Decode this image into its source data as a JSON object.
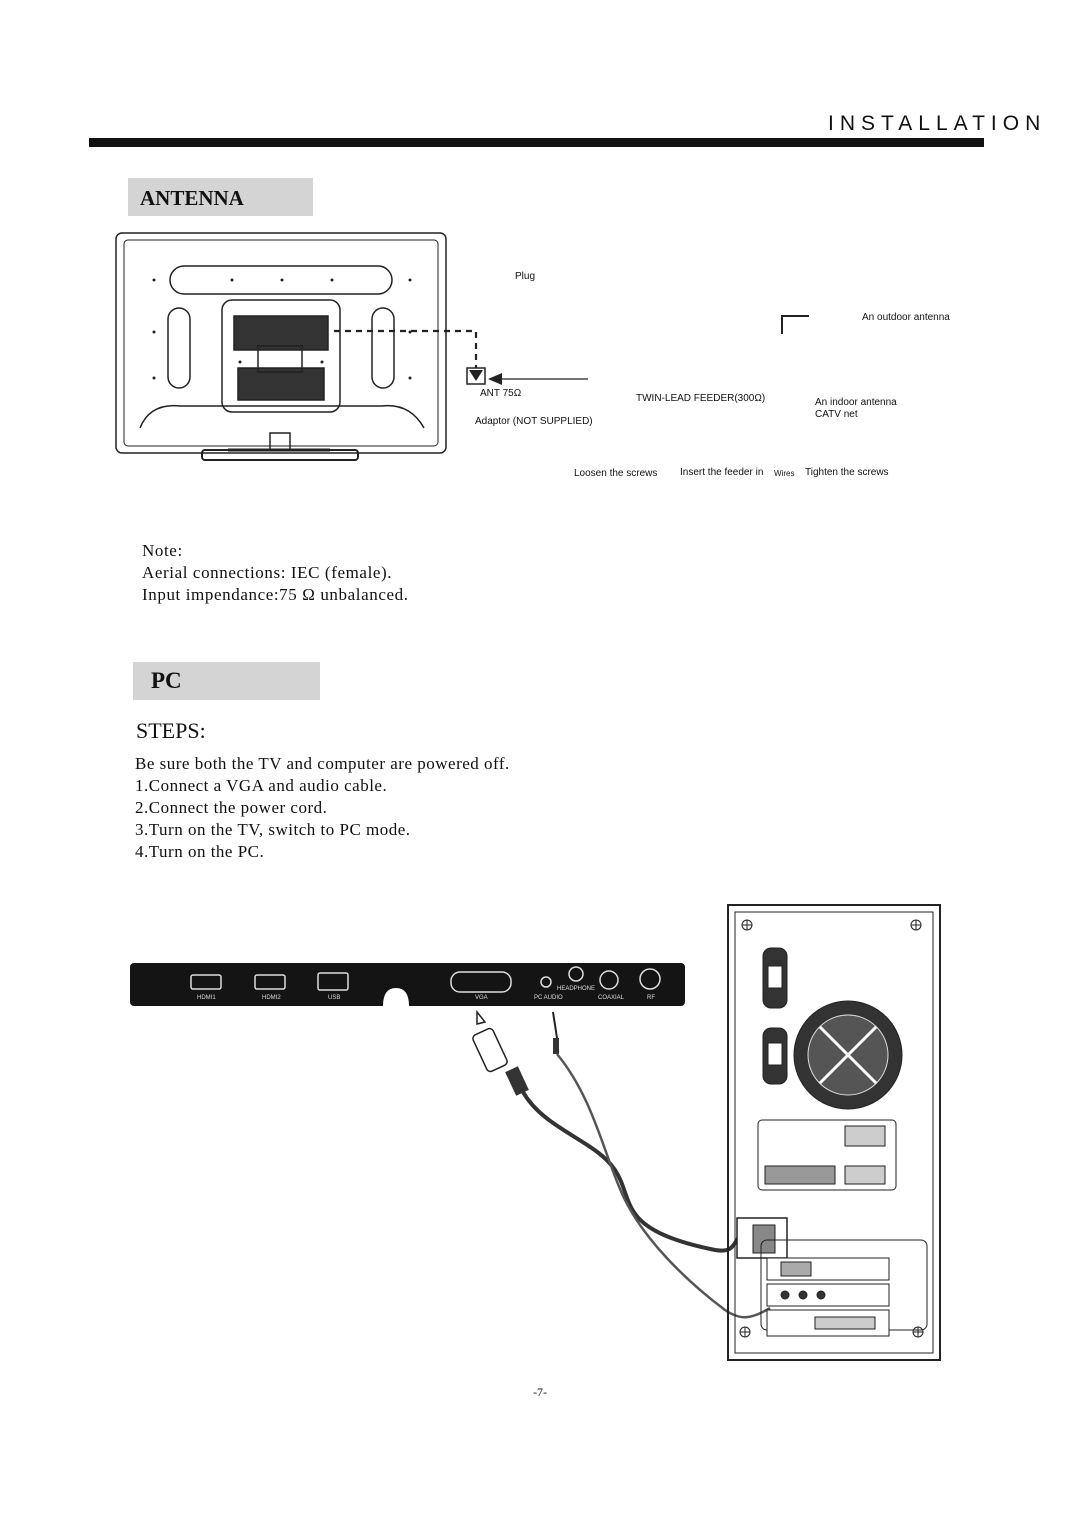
{
  "header": {
    "title": "INSTALLATION"
  },
  "antenna": {
    "heading": "ANTENNA",
    "labels": {
      "plug": "Plug",
      "outdoor": "An outdoor antenna",
      "ant": "ANT 75Ω",
      "feeder": "TWIN-LEAD FEEDER(300Ω)",
      "indoor": "An indoor antenna",
      "catv": "CATV net",
      "adaptor": "Adaptor  (NOT SUPPLIED)",
      "loosen": "Loosen the screws",
      "insert": "Insert the feeder in",
      "wires": "Wires",
      "tighten": "Tighten the screws"
    },
    "note": {
      "title": "Note:",
      "line1": "Aerial connections: IEC (female).",
      "line2": "Input impendance:75 Ω  unbalanced."
    }
  },
  "pc": {
    "heading": "PC",
    "steps_title": "STEPS:",
    "steps": [
      "Be sure both the TV and computer are powered off.",
      "1.Connect a VGA and audio cable.",
      "2.Connect the power cord.",
      "3.Turn on the TV, switch  to PC mode.",
      "4.Turn on the PC."
    ],
    "ports": {
      "hdmi1": "HDMI1",
      "hdmi2": "HDMI2",
      "usb": "USB",
      "vga": "VGA",
      "pcaudio": "PC AUDIO",
      "headphone": "HEADPHONE",
      "coaxial": "COAXIAL",
      "rf": "RF"
    }
  },
  "footer": {
    "page": "-7-"
  }
}
